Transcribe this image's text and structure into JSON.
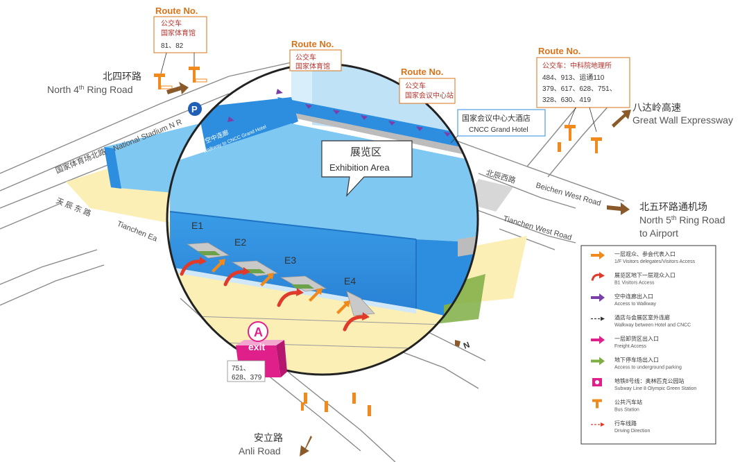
{
  "roads": {
    "north4_zh": "北四环路",
    "north4_en_a": "North 4",
    "north4_en_sup": "th",
    "north4_en_b": " Ring Road",
    "stadium_zh": "国家体育场北路",
    "stadium_en": "National Stadium N R",
    "tianchen_zh": "天 辰 东 路",
    "tianchen_en": "Tianchen Ea",
    "tianchen_west": "Tianchen West Road",
    "beichen_zh": "北辰西路",
    "beichen_en": "Beichen West Road",
    "greatwall_zh": "八达岭高速",
    "greatwall_en": "Great Wall Expressway",
    "north5_zh": "北五环路通机场",
    "north5_en_a": "North 5",
    "north5_en_sup": "th",
    "north5_en_b": " Ring Road",
    "north5_en_c": "to Airport",
    "anli_zh": "安立路",
    "anli_en": "Anli Road"
  },
  "routes": [
    {
      "title": "Route No.",
      "line1": "公交车",
      "line2": "国家体育馆",
      "nums": [
        "81、82"
      ]
    },
    {
      "title": "Route No.",
      "line1": "公交车",
      "line2": "国家体育馆",
      "nums": []
    },
    {
      "title": "Route No.",
      "line1": "公交车",
      "line2": "国家会议中心站",
      "nums": []
    },
    {
      "title": "Route No.",
      "line1": "公交车：中科院地理所",
      "line2": "",
      "nums": [
        "484、913、运通110",
        "379、617、628、751、",
        "328、630、419"
      ]
    }
  ],
  "hotel": {
    "zh": "国家会议中心大酒店",
    "en": "CNCC Grand Hotel"
  },
  "exhibition": {
    "zh": "展览区",
    "en": "Exhibition Area"
  },
  "walkway": {
    "zh": "空中连廊",
    "en": "Walkway to CNCC Grand Hotel"
  },
  "halls": [
    "E1",
    "E2",
    "E3",
    "E4"
  ],
  "subway_exit": {
    "letter": "A",
    "label": "exit",
    "nums_1": "751、",
    "nums_2": "628、379"
  },
  "parking": "P",
  "compass": "N",
  "legend": [
    {
      "icon": "orange-arrow-icon",
      "zh": "一层观众、参会代表入口",
      "en": "1/F Visitors delegates/Visitors Access"
    },
    {
      "icon": "red-curved-arrow-icon",
      "zh": "展览区地下一层观众入口",
      "en": "B1 Visitors Access"
    },
    {
      "icon": "purple-arrow-icon",
      "zh": "空中连廊出入口",
      "en": "Access to Walkway"
    },
    {
      "icon": "dashed-arrow-icon",
      "zh": "酒店与会展区室外连廊",
      "en": "Walkway between Hotel and CNCC"
    },
    {
      "icon": "pink-arrow-icon",
      "zh": "一层卸货区出入口",
      "en": "Freight Access"
    },
    {
      "icon": "green-arrow-icon",
      "zh": "地下停车场出入口",
      "en": "Access to underground parking"
    },
    {
      "icon": "subway-icon",
      "zh": "地铁8号线：奥林匹克公园站",
      "en": "Subway Line 8  Olympic Green Station"
    },
    {
      "icon": "bus-stop-icon",
      "zh": "公共汽车站",
      "en": "Bus Station"
    },
    {
      "icon": "driving-direction-icon",
      "zh": "行车线路",
      "en": "Driving Direction"
    }
  ],
  "colors": {
    "roof": "#7ec8f2",
    "wall": "#2d8ee0",
    "wall_dark": "#1f74c4",
    "yellow": "#fbefb6",
    "road_line": "#8a8a8a",
    "route_orange": "#d8731a",
    "brown_arrow": "#8b5a2b",
    "purple": "#7a3fa8",
    "red": "#e03a2a",
    "magenta": "#e0208a"
  }
}
